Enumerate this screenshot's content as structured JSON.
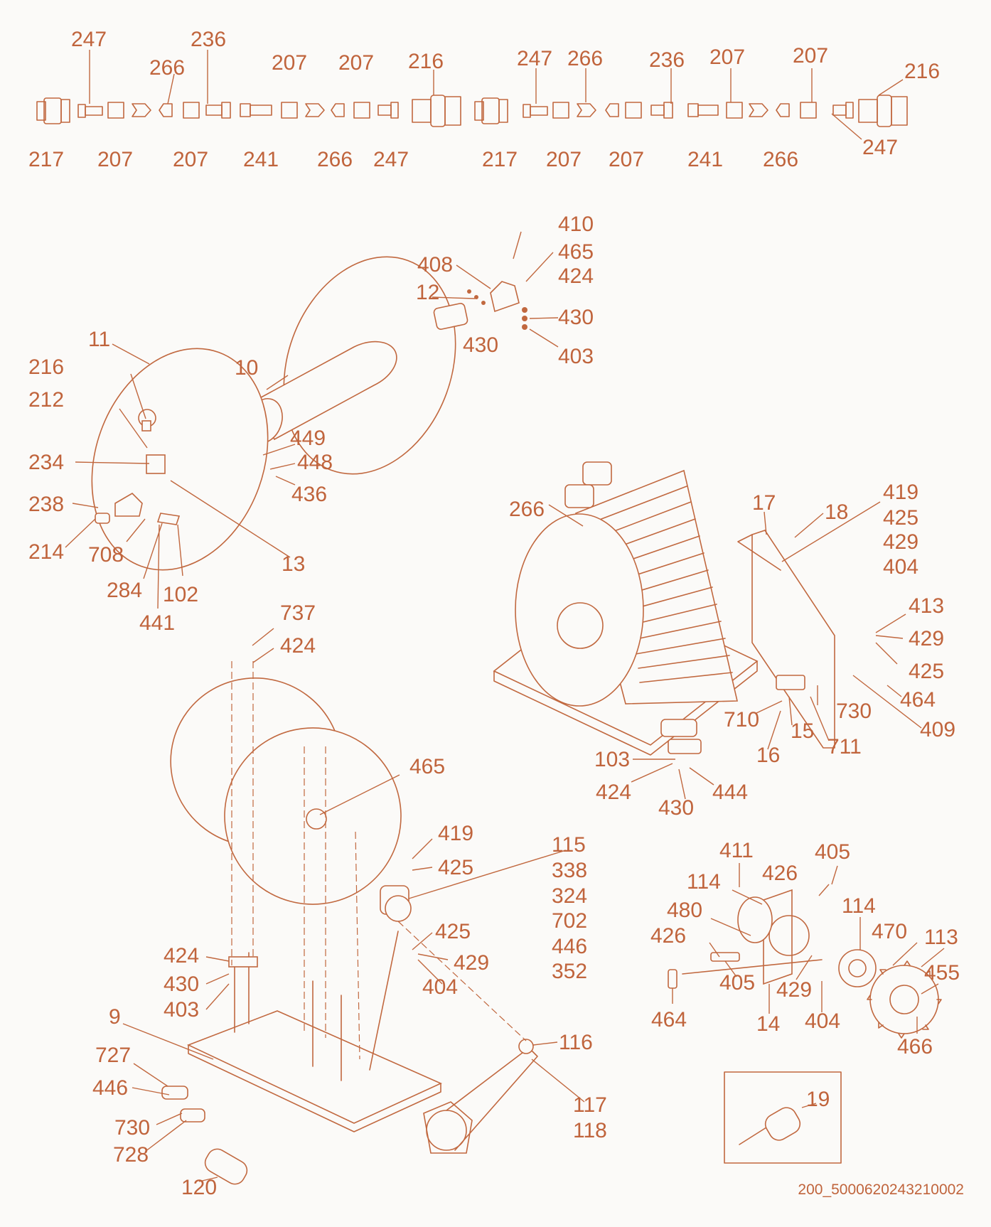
{
  "drawing_code": "200_5000620243210002",
  "palette": {
    "line": "#c1683f",
    "text": "#c0643c",
    "background": "#fbfaf8"
  },
  "coupler_labels": {
    "left_top": [
      "247",
      "266",
      "236",
      "207",
      "207",
      "216"
    ],
    "left_bottom": [
      "217",
      "207",
      "207",
      "241",
      "266",
      "247"
    ],
    "right_top": [
      "247",
      "266",
      "236",
      "207",
      "207",
      "216"
    ],
    "right_bottom": [
      "217",
      "207",
      "207",
      "241",
      "266",
      "247"
    ]
  },
  "drum_assembly_labels": [
    "410",
    "465",
    "408",
    "424",
    "12",
    "430",
    "430",
    "403",
    "11",
    "10",
    "216",
    "212",
    "449",
    "234",
    "448",
    "436",
    "238",
    "214",
    "708",
    "13",
    "284",
    "102",
    "441"
  ],
  "reel_assembled_labels": [
    "266",
    "17",
    "18",
    "419",
    "425",
    "429",
    "404",
    "413",
    "429",
    "425",
    "464",
    "730",
    "409",
    "710",
    "15",
    "711",
    "16",
    "103",
    "424",
    "444",
    "430"
  ],
  "frame_labels": [
    "737",
    "424",
    "465",
    "419",
    "425",
    "115",
    "338",
    "324",
    "702",
    "446",
    "352",
    "425",
    "429",
    "404",
    "424",
    "430",
    "403",
    "9",
    "727",
    "446",
    "730",
    "728",
    "120",
    "116",
    "117",
    "118"
  ],
  "drive_labels": [
    "411",
    "405",
    "426",
    "114",
    "114",
    "480",
    "470",
    "113",
    "426",
    "455",
    "405",
    "429",
    "464",
    "404",
    "14",
    "466"
  ],
  "inset_label": "19"
}
